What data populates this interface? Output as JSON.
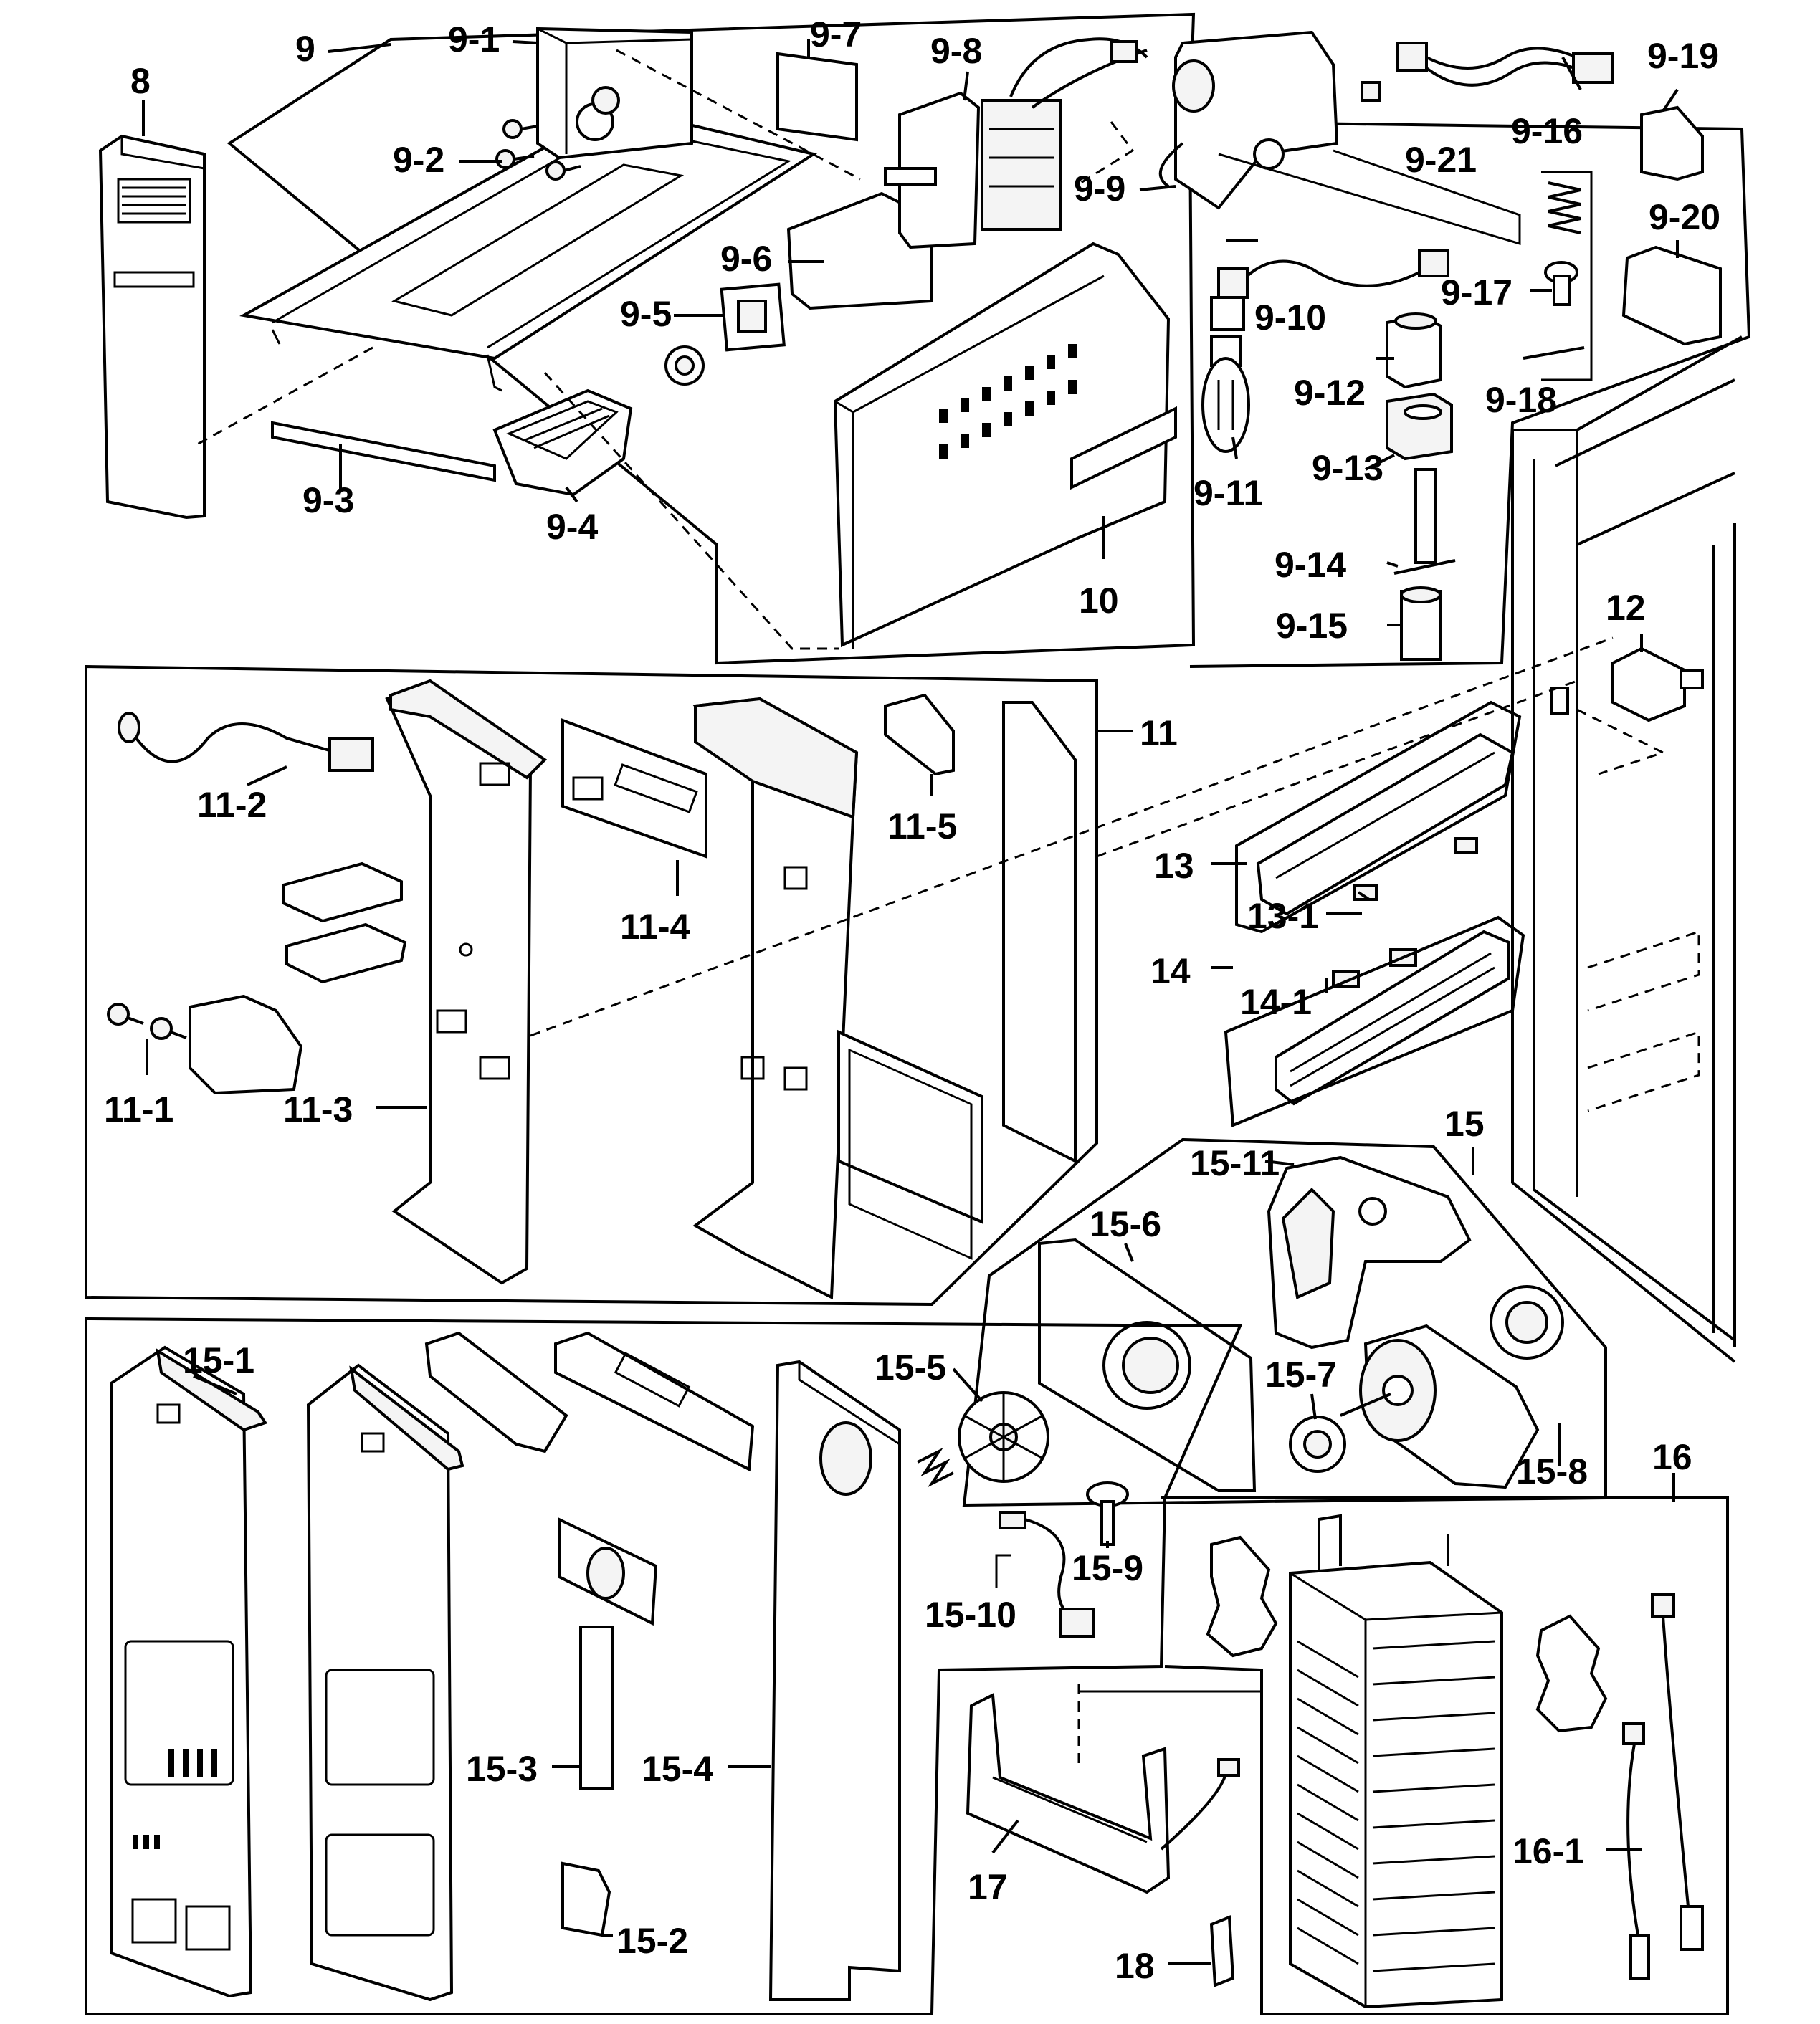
{
  "header": {
    "corner_text": ""
  },
  "callouts": {
    "c8": "8",
    "c9": "9",
    "c9_1": "9-1",
    "c9_2": "9-2",
    "c9_3": "9-3",
    "c9_4": "9-4",
    "c9_5": "9-5",
    "c9_6": "9-6",
    "c9_7": "9-7",
    "c9_8": "9-8",
    "c9_9": "9-9",
    "c9_10": "9-10",
    "c9_11": "9-11",
    "c9_12": "9-12",
    "c9_13": "9-13",
    "c9_14": "9-14",
    "c9_15": "9-15",
    "c9_16": "9-16",
    "c9_17": "9-17",
    "c9_18": "9-18",
    "c9_19": "9-19",
    "c9_20": "9-20",
    "c9_21": "9-21",
    "c10": "10",
    "c11": "11",
    "c11_1": "11-1",
    "c11_2": "11-2",
    "c11_3": "11-3",
    "c11_4": "11-4",
    "c11_5": "11-5",
    "c12": "12",
    "c13": "13",
    "c13_1": "13-1",
    "c14": "14",
    "c14_1": "14-1",
    "c15": "15",
    "c15_1": "15-1",
    "c15_2": "15-2",
    "c15_3": "15-3",
    "c15_4": "15-4",
    "c15_5": "15-5",
    "c15_6": "15-6",
    "c15_7": "15-7",
    "c15_8": "15-8",
    "c15_9": "15-9",
    "c15_10": "15-10",
    "c15_11": "15-11",
    "c16": "16",
    "c16_1": "16-1",
    "c17": "17",
    "c18": "18"
  }
}
